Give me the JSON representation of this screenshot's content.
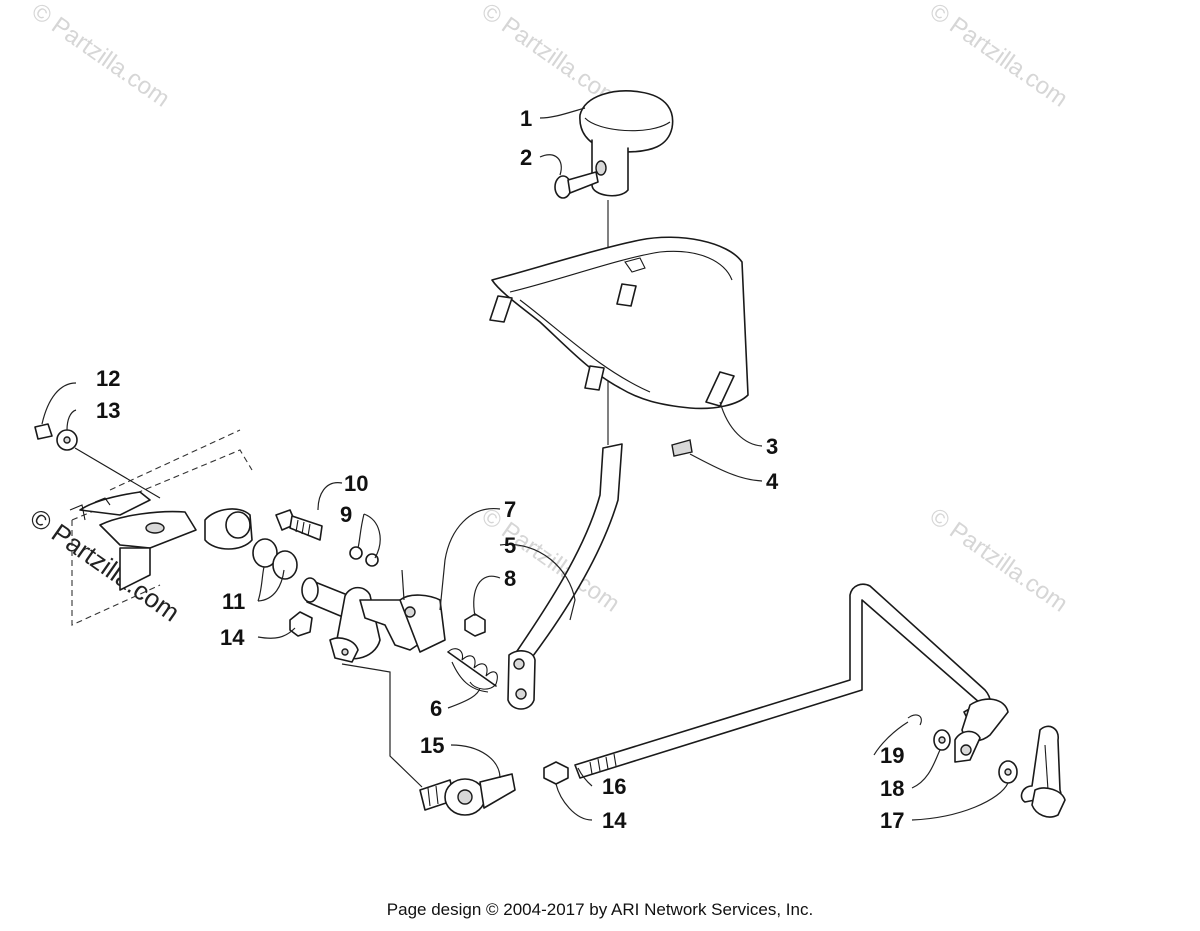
{
  "watermark_text": "© Partzilla.com",
  "callouts": [
    "1",
    "2",
    "3",
    "4",
    "5",
    "6",
    "7",
    "8",
    "9",
    "10",
    "11",
    "12",
    "13",
    "14",
    "15",
    "16",
    "17",
    "18",
    "19"
  ],
  "footer": "Page design © 2004-2017 by ARI Network Services, Inc."
}
